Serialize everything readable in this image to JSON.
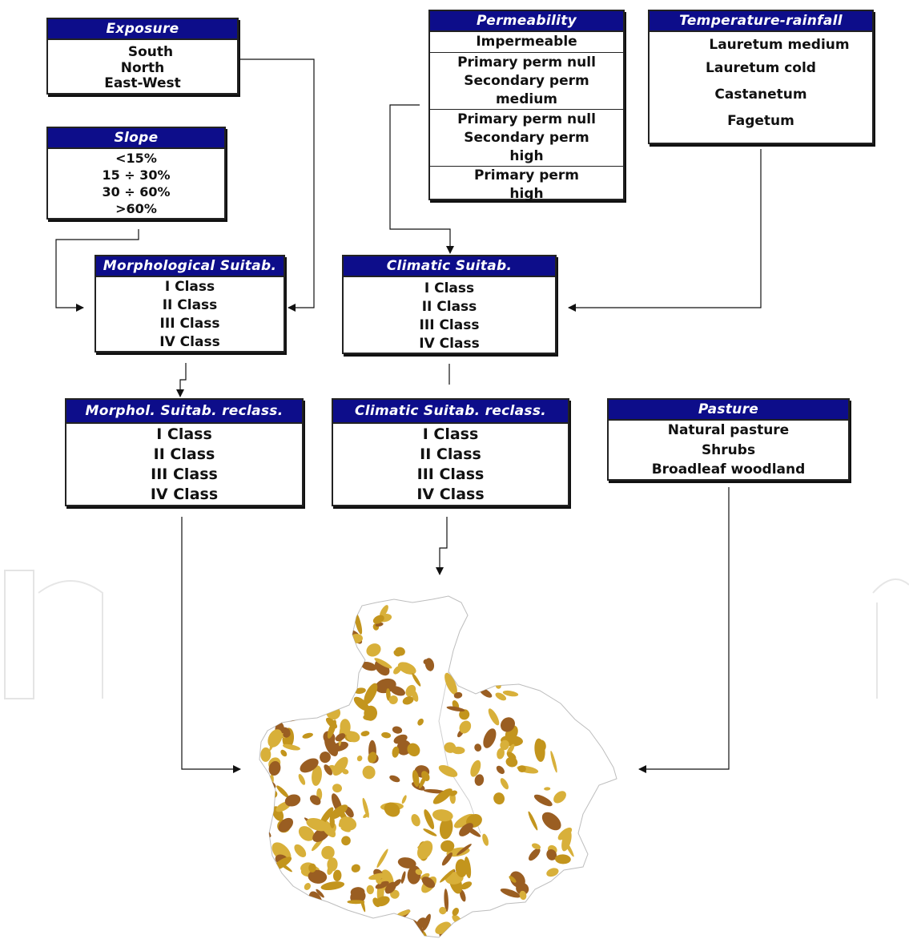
{
  "boxes": {
    "exposure": {
      "title": "Exposure",
      "items": [
        "South",
        "North",
        "East-West"
      ]
    },
    "slope": {
      "title": "Slope",
      "items": [
        "<15%",
        "15 ÷ 30%",
        "30 ÷ 60%",
        ">60%"
      ]
    },
    "permeability": {
      "title": "Permeability",
      "items": [
        [
          "Impermeable"
        ],
        [
          "Primary perm null",
          "Secondary perm",
          "medium"
        ],
        [
          "Primary perm null",
          "Secondary perm",
          "high"
        ],
        [
          "Primary perm",
          "high"
        ]
      ]
    },
    "temperature": {
      "title": "Temperature-rainfall",
      "items": [
        "Lauretum medium",
        "Lauretum cold",
        "Castanetum",
        "Fagetum"
      ]
    },
    "morph": {
      "title": "Morphological Suitab.",
      "items": [
        "I Class",
        "II Class",
        "III Class",
        "IV Class"
      ]
    },
    "climatic": {
      "title": "Climatic Suitab.",
      "items": [
        "I Class",
        "II Class",
        "III Class",
        "IV Class"
      ]
    },
    "morph_reclass": {
      "title": "Morphol. Suitab. reclass.",
      "items": [
        "I Class",
        "II Class",
        "III Class",
        "IV Class"
      ]
    },
    "climatic_reclass": {
      "title": "Climatic Suitab. reclass.",
      "items": [
        "I Class",
        "II Class",
        "III Class",
        "IV Class"
      ]
    },
    "pasture": {
      "title": "Pasture",
      "items": [
        "Natural pasture",
        "Shrubs",
        "Broadleaf woodland"
      ]
    }
  },
  "colors": {
    "header_bg": "#0d0d8a",
    "map_light": "#d8b03a",
    "map_mid": "#c3951d",
    "map_dark": "#9a5e22"
  }
}
